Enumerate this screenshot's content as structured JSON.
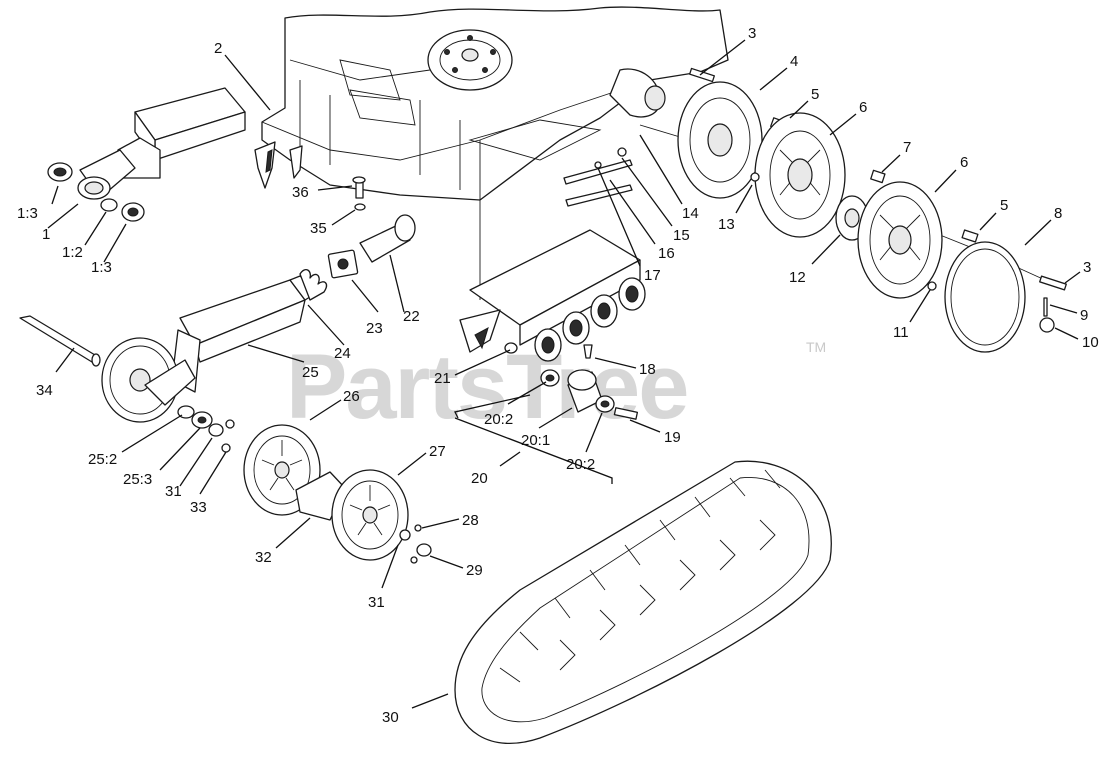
{
  "watermark": {
    "text": "PartsTree",
    "trademark": "TM"
  },
  "callouts": {
    "c1": "1",
    "c1_2": "1:2",
    "c1_3a": "1:3",
    "c1_3b": "1:3",
    "c2": "2",
    "c3a": "3",
    "c3b": "3",
    "c4": "4",
    "c5a": "5",
    "c5b": "5",
    "c6a": "6",
    "c6b": "6",
    "c7": "7",
    "c8": "8",
    "c9": "9",
    "c10": "10",
    "c11": "11",
    "c12": "12",
    "c13": "13",
    "c14": "14",
    "c15": "15",
    "c16": "16",
    "c17": "17",
    "c18": "18",
    "c19": "19",
    "c20": "20",
    "c20_1": "20:1",
    "c20_2a": "20:2",
    "c20_2b": "20:2",
    "c21": "21",
    "c22": "22",
    "c23": "23",
    "c24": "24",
    "c25": "25",
    "c25_2": "25:2",
    "c25_3": "25:3",
    "c26": "26",
    "c27": "27",
    "c28": "28",
    "c29": "29",
    "c30": "30",
    "c31a": "31",
    "c31b": "31",
    "c32": "32",
    "c33": "33",
    "c34": "34",
    "c35": "35",
    "c36": "36"
  }
}
